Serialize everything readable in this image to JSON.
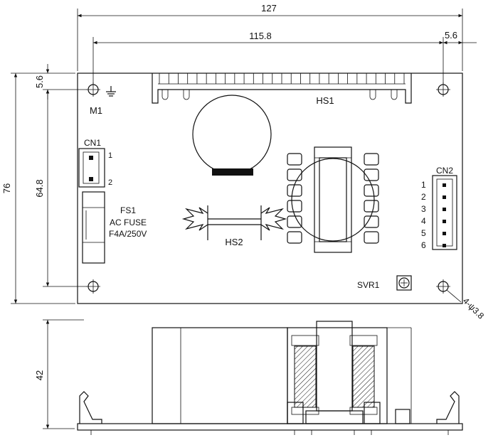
{
  "dimensions": {
    "overall_width": "127",
    "hole_pitch_x": "115.8",
    "hole_offset_x": "5.6",
    "overall_height": "76",
    "hole_pitch_y": "64.8",
    "hole_offset_y": "5.6",
    "side_height": "42",
    "hole_callout": "4-ψ3.8"
  },
  "labels": {
    "m1": "M1",
    "hs1": "HS1",
    "hs2": "HS2",
    "cn1": "CN1",
    "cn2": "CN2",
    "fs1": "FS1",
    "fuse_type": "AC FUSE",
    "fuse_rating": "F4A/250V",
    "svr1": "SVR1"
  },
  "cn1_pins": [
    "1",
    "2"
  ],
  "cn2_pins": [
    "1",
    "2",
    "3",
    "4",
    "5",
    "6"
  ]
}
